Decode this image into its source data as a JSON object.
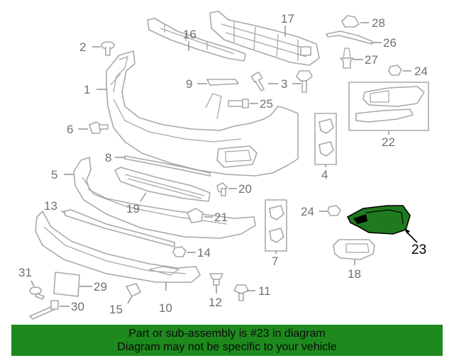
{
  "diagram": {
    "highlight_color": "#1e8a1e",
    "highlighted_part": "23",
    "callouts": {
      "p1": "1",
      "p2": "2",
      "p3": "3",
      "p4": "4",
      "p5": "5",
      "p6": "6",
      "p7": "7",
      "p8": "8",
      "p9": "9",
      "p10": "10",
      "p11": "11",
      "p12": "12",
      "p13": "13",
      "p14": "14",
      "p15": "15",
      "p16": "16",
      "p17": "17",
      "p18": "18",
      "p19": "19",
      "p20": "20",
      "p21": "21",
      "p22": "22",
      "p23": "23",
      "p24a": "24",
      "p24b": "24",
      "p25": "25",
      "p26": "26",
      "p27": "27",
      "p28": "28",
      "p29": "29",
      "p30": "30",
      "p31": "31"
    }
  },
  "banner": {
    "line1": "Part or sub-assembly is #23 in diagram",
    "line2": "Diagram may not be specific to your vehicle"
  }
}
